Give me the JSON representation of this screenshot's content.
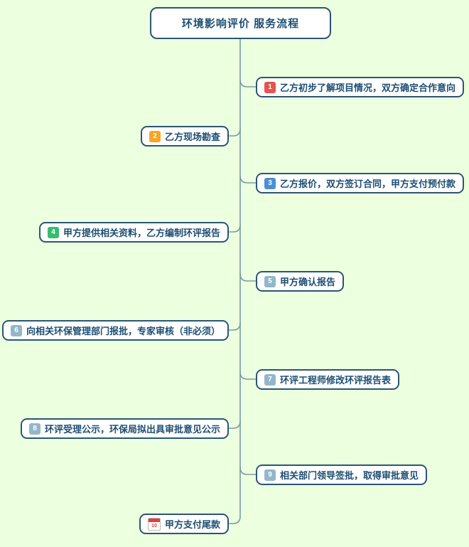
{
  "title": "环境影响评价 服务流程",
  "colors": {
    "background": "#ecffde",
    "node_border": "#2b5674",
    "node_text": "#1d4e73",
    "connector": "#7d99a8",
    "badge_red": "#e8534e",
    "badge_orange": "#f7a523",
    "badge_blue": "#4a90d5",
    "badge_green": "#35bd6d",
    "badge_lightblue": "#92b7cb",
    "calendar_red": "#e0403c"
  },
  "nodes": [
    {
      "number": "1",
      "label": "乙方初步了解项目情况，双方确定合作意向",
      "side": "right",
      "badge": "red"
    },
    {
      "number": "2",
      "label": "乙方现场勘查",
      "side": "left",
      "badge": "orange"
    },
    {
      "number": "3",
      "label": "乙方报价，双方签订合同，甲方支付预付款",
      "side": "right",
      "badge": "blue"
    },
    {
      "number": "4",
      "label": "甲方提供相关资料，乙方编制环评报告",
      "side": "left",
      "badge": "green"
    },
    {
      "number": "5",
      "label": "甲方确认报告",
      "side": "right",
      "badge": "lightblue"
    },
    {
      "number": "6",
      "label": "向相关环保管理部门报批，专家审核（非必须）",
      "side": "left",
      "badge": "lightblue"
    },
    {
      "number": "7",
      "label": "环评工程师修改环评报告表",
      "side": "right",
      "badge": "lightblue"
    },
    {
      "number": "8",
      "label": "环评受理公示，环保局拟出具审批意见公示",
      "side": "left",
      "badge": "lightblue"
    },
    {
      "number": "9",
      "label": "相关部门领导签批，取得审批意见",
      "side": "right",
      "badge": "lightblue"
    },
    {
      "number": "10",
      "label": "甲方支付尾款",
      "side": "left",
      "badge": "calendar-icon"
    }
  ]
}
